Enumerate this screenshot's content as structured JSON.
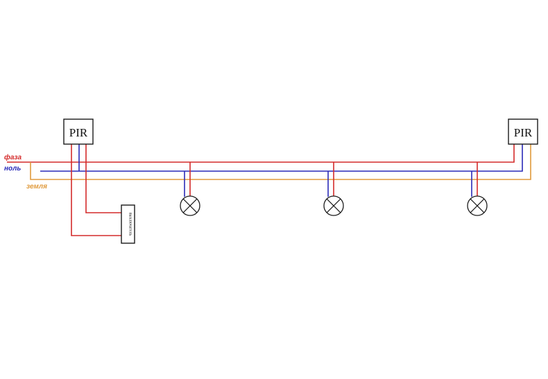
{
  "diagram": {
    "colors": {
      "phase": "#d42a2a",
      "neutral": "#2a2ab8",
      "ground": "#e09a3c"
    },
    "labels": {
      "phase": "фаза",
      "neutral": "ноль",
      "ground": "земля"
    },
    "sensors": [
      {
        "label": "PIR"
      },
      {
        "label": "PIR"
      }
    ],
    "switch": {
      "label": "выключатель"
    },
    "lamps": [
      {
        "icon": "lamp-icon"
      },
      {
        "icon": "lamp-icon"
      },
      {
        "icon": "lamp-icon"
      }
    ]
  }
}
